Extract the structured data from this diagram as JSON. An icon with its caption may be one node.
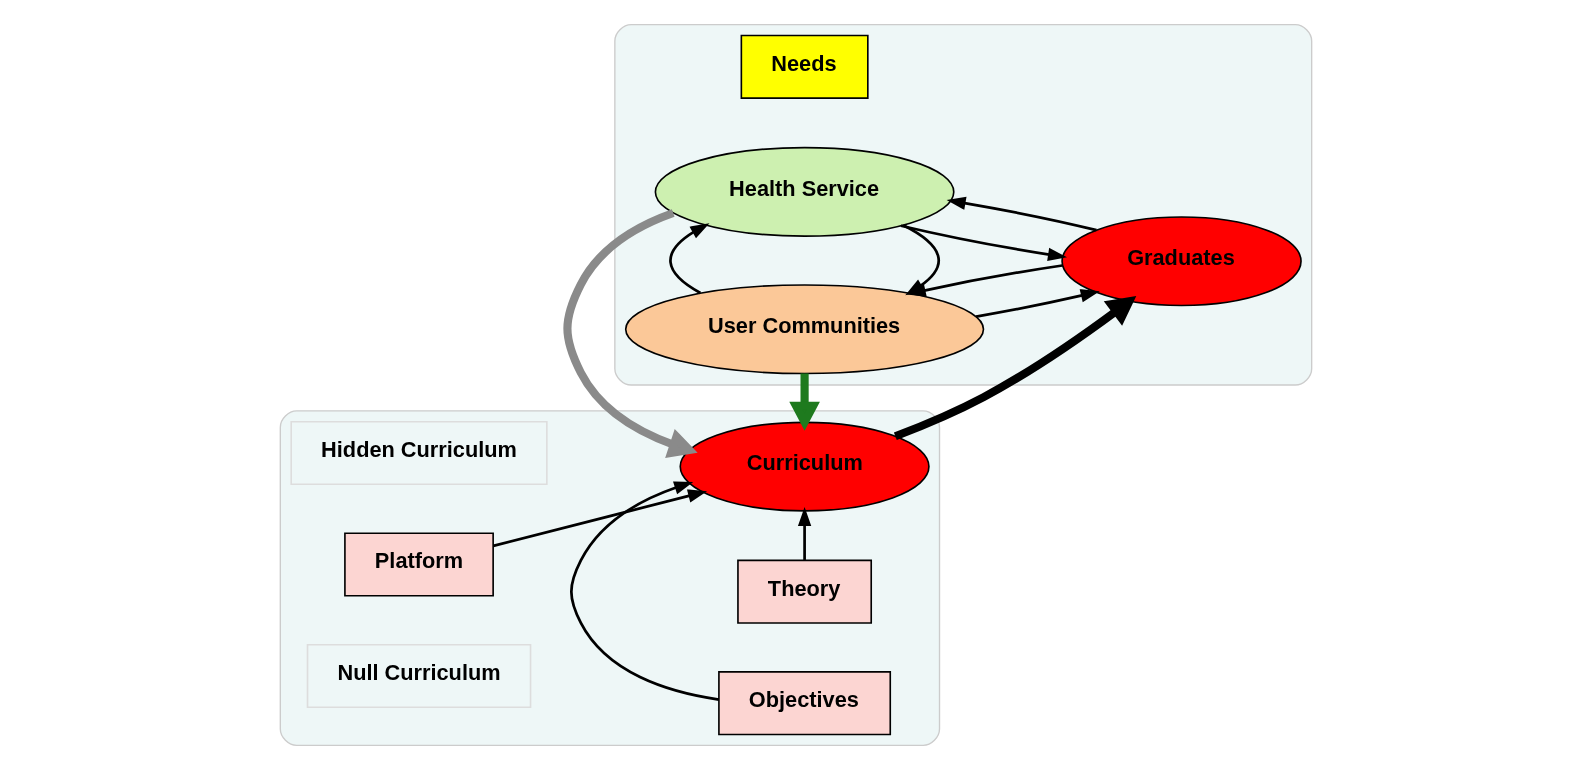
{
  "diagram": {
    "nodes": [
      {
        "text": [],
        "shape": "box"
      },
      {
        "text": [
          "Hidden Curriculum"
        ],
        "in": 0
      },
      {
        "text": [
          "Theory"
        ],
        "in": 0
      },
      {
        "text": [
          "Platform"
        ],
        "in": 0
      },
      {
        "text": [
          "Curriculum"
        ],
        "in": 0
      },
      {
        "text": [
          "Null Curriculum"
        ],
        "in": 0
      },
      {
        "text": [
          "Objectives"
        ],
        "in": 0
      },
      {
        "text": [],
        "shape": "box"
      },
      {
        "text": [
          "Health Service"
        ],
        "in": 7
      },
      {
        "text": [
          "Graduates"
        ],
        "in": 7
      },
      {
        "text": [
          "Needs"
        ],
        "in": 7
      },
      {
        "text": [
          "User Communities"
        ],
        "in": 7
      }
    ],
    "edges": [
      {
        "from": 2,
        "to": 4,
        "arrow": "to"
      },
      {
        "from": 3,
        "to": 4,
        "arrow": "to"
      },
      {
        "from": 6,
        "to": 4,
        "arrow": "to"
      },
      {
        "from": 4,
        "to": 9,
        "arrow": "to",
        "style": "thick"
      },
      {
        "from": 8,
        "to": 4,
        "arrow": "to",
        "style": "thick",
        "color": "#8a8a8a"
      },
      {
        "from": 11,
        "to": 4,
        "arrow": "to",
        "style": "thick",
        "color": "#1e7a1e"
      },
      {
        "from": 9,
        "to": 8,
        "arrow": "to"
      },
      {
        "from": 8,
        "to": 9,
        "arrow": "to"
      },
      {
        "from": 11,
        "to": 9,
        "arrow": "to"
      },
      {
        "from": 9,
        "to": 11,
        "arrow": "to"
      },
      {
        "from": 8,
        "to": 11,
        "arrow": "to"
      },
      {
        "from": 11,
        "to": 8,
        "arrow": "to"
      }
    ]
  }
}
